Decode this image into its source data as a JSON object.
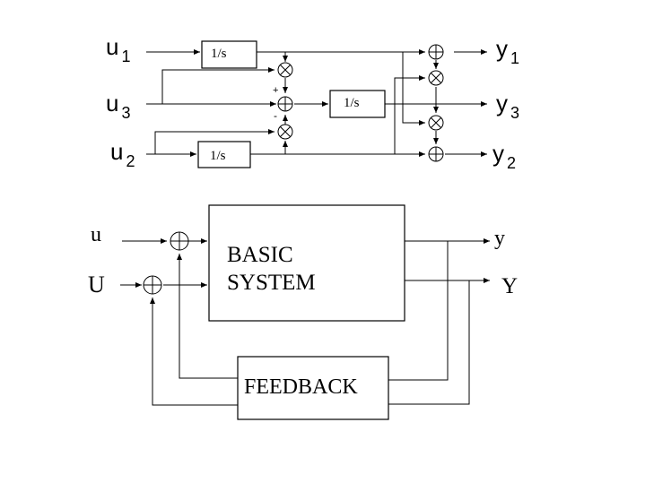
{
  "top": {
    "integrators": [
      "1/s",
      "1/s",
      "1/s"
    ],
    "inputs": [
      {
        "base": "u",
        "sub": "1"
      },
      {
        "base": "u",
        "sub": "3"
      },
      {
        "base": "u",
        "sub": "2"
      }
    ],
    "outputs": [
      {
        "base": "y",
        "sub": "1"
      },
      {
        "base": "y",
        "sub": "3"
      },
      {
        "base": "y",
        "sub": "2"
      }
    ],
    "signs": [
      "+",
      "-"
    ]
  },
  "bottom": {
    "input_small": "u",
    "input_large": "U",
    "output_small": "y",
    "output_large": "Y",
    "system_line1": "BASIC",
    "system_line2": "SYSTEM",
    "feedback": "FEEDBACK"
  }
}
